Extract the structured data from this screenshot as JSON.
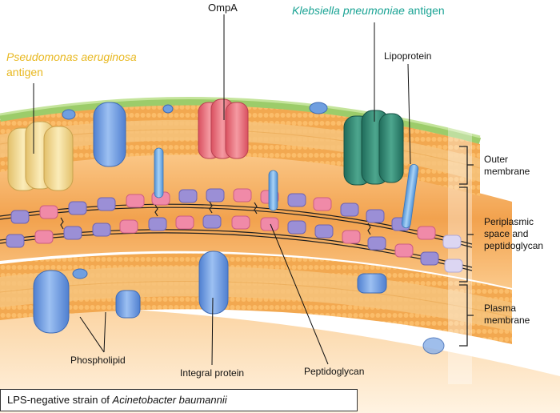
{
  "labels": {
    "ompa": "OmpA",
    "klebsiella_species": "Klebsiella pneumoniae",
    "klebsiella_suffix": " antigen",
    "pseudomonas_species": "Pseudomonas aeruginosa",
    "pseudomonas_suffix": "antigen",
    "lipoprotein": "Lipoprotein",
    "phospholipid": "Phospholipid",
    "integral_protein": "Integral protein",
    "peptidoglycan": "Peptidoglycan"
  },
  "side_labels": {
    "outer_membrane_1": "Outer",
    "outer_membrane_2": "membrane",
    "periplasmic_1": "Periplasmic",
    "periplasmic_2": "space and",
    "periplasmic_3": "peptidoglycan",
    "plasma_1": "Plasma",
    "plasma_2": "membrane"
  },
  "caption": {
    "prefix": "LPS-negative strain of ",
    "species": "Acinetobacter baumannii"
  },
  "colors": {
    "klebsiella_label": "#1aa394",
    "pseudomonas_label": "#e8b820",
    "membrane_orange": "#f5b262",
    "periplasm": "#f2a24e",
    "ompa_pink": "#e8707a",
    "klebsiella_teal": "#2f8a76",
    "pseudomonas_yellow": "#f1d88a",
    "protein_blue": "#6f9fe0",
    "pg_pink": "#f08aa8",
    "pg_purple": "#9b8fd6",
    "lps_green": "#9ccc6a"
  }
}
